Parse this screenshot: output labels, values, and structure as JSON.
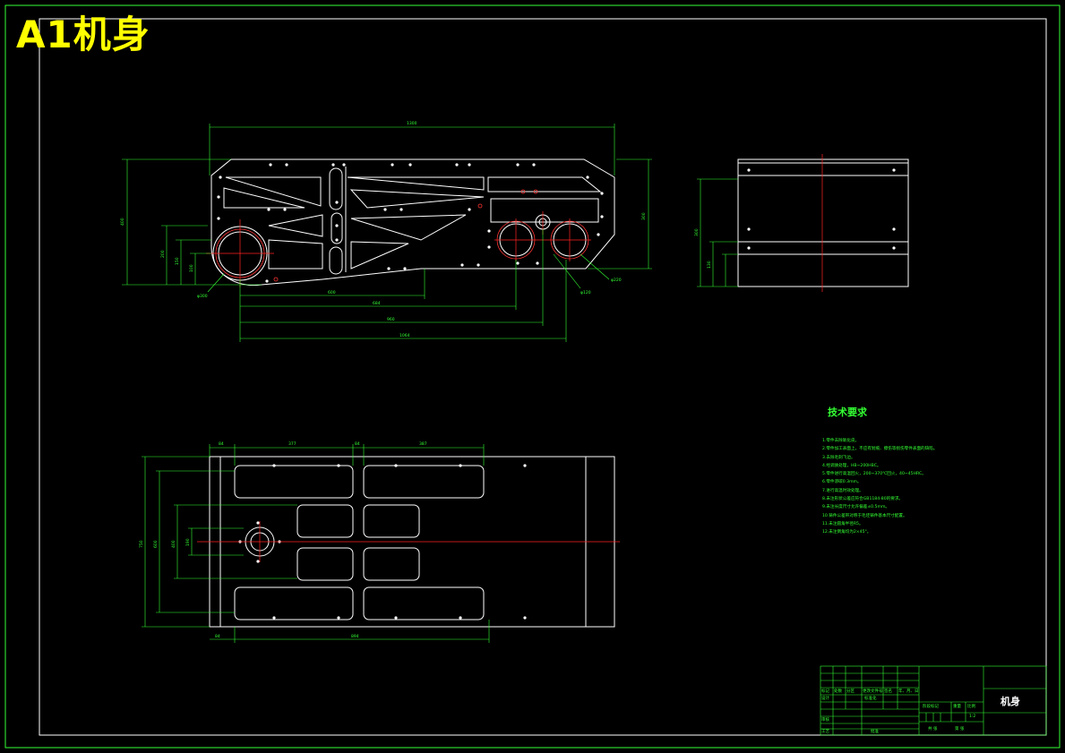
{
  "drawing": {
    "title": "A1机身",
    "part_name": "机身"
  },
  "tech_requirements": {
    "heading": "技术要求",
    "items": [
      "1.零件去除氧化皮。",
      "2.零件加工表面上，不应有划痕、擦伤等损伤零件表面的缺陷。",
      "3.去除毛刺飞边。",
      "4.经调质处理，HB~200HBC。",
      "5.零件进行高温回火，200~370℃回火，40~45HRC。",
      "6.零件渗碳0.3mm。",
      "7.进行高温时效处理。",
      "8.未注形状公差应符合GB1184-80的要求。",
      "9.未注长度尺寸允许偏差±0.5mm。",
      "10.铸件公差带对称于毛坯铸件基本尺寸配置。",
      "11.未注圆角半径R5。",
      "12.未注倒角均为2×45°。"
    ]
  },
  "dimensions": {
    "top_overall": "1300",
    "left_height": "400",
    "left_mid": "200",
    "left_small": "150",
    "left_smaller": "100",
    "right_height": "300",
    "bottom_d1": "600",
    "bottom_d2": "684",
    "bottom_d3": "960",
    "bottom_d4": "1064",
    "dia_left": "φ300",
    "dia_right1": "φ120",
    "dia_right2": "φ220",
    "side_height": "300",
    "side_small": "130",
    "plan_w1": "84",
    "plan_w2": "377",
    "plan_w3": "84",
    "plan_w4": "387",
    "plan_bottom_a": "84",
    "plan_bottom_b": "894",
    "plan_h1": "750",
    "plan_h2": "600",
    "plan_h3": "400",
    "plan_h4": "190"
  },
  "title_block": {
    "r1": [
      "标记",
      "处数",
      "分区",
      "更改文件号",
      "签名",
      "年、月、日"
    ],
    "r2": [
      "设计",
      "",
      "",
      "标准化",
      "",
      ""
    ],
    "r3": [
      "审核",
      ""
    ],
    "r4": [
      "工艺",
      "",
      "批准"
    ],
    "stage_header": [
      "阶段标记",
      "重量",
      "比例"
    ],
    "scale": "1:2",
    "sheet": [
      "共  张",
      "第  张"
    ]
  },
  "colors": {
    "border": "#33ff33",
    "geometry": "#ffffff",
    "centerline": "#ff2222",
    "title": "#ffff00",
    "background": "#000000"
  }
}
